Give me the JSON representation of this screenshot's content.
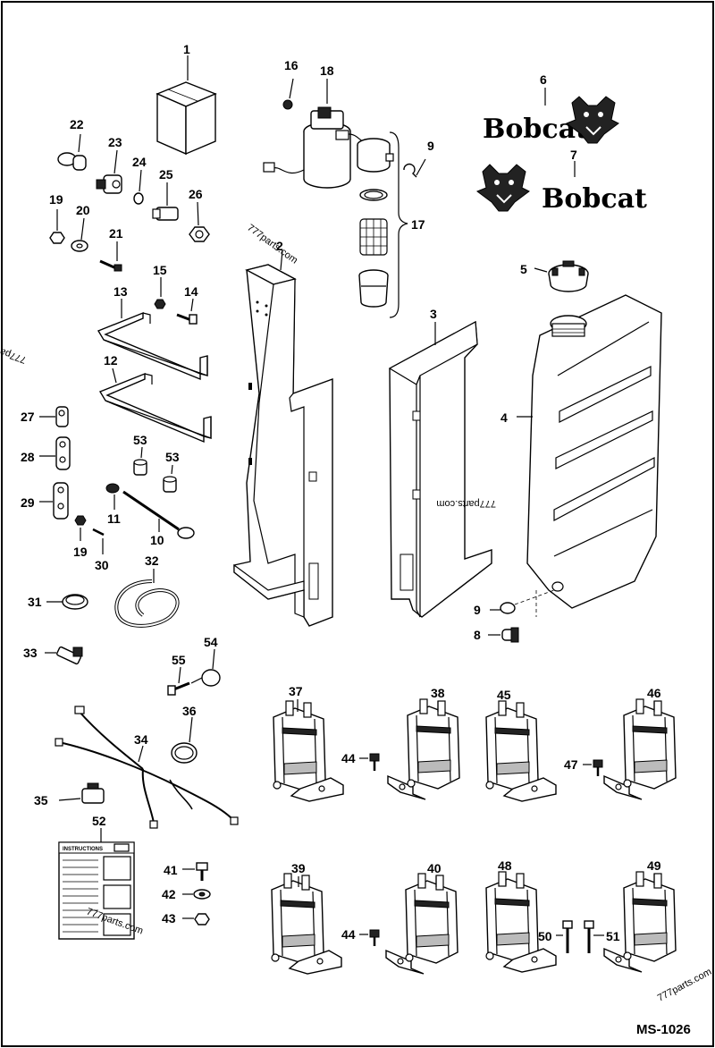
{
  "drawing_id": "MS-1026",
  "brand_logo_text": "Bobcat",
  "watermark": "777parts.com",
  "watermark_edge": "777pa",
  "instructions_label": "INSTRUCTIONS",
  "callouts": [
    {
      "id": "c1",
      "text": "1"
    },
    {
      "id": "c2",
      "text": "2"
    },
    {
      "id": "c3",
      "text": "3"
    },
    {
      "id": "c4",
      "text": "4"
    },
    {
      "id": "c5",
      "text": "5"
    },
    {
      "id": "c6",
      "text": "6"
    },
    {
      "id": "c7",
      "text": "7"
    },
    {
      "id": "c8",
      "text": "8"
    },
    {
      "id": "c9a",
      "text": "9"
    },
    {
      "id": "c9b",
      "text": "9"
    },
    {
      "id": "c10",
      "text": "10"
    },
    {
      "id": "c11",
      "text": "11"
    },
    {
      "id": "c12",
      "text": "12"
    },
    {
      "id": "c13",
      "text": "13"
    },
    {
      "id": "c14",
      "text": "14"
    },
    {
      "id": "c15",
      "text": "15"
    },
    {
      "id": "c16",
      "text": "16"
    },
    {
      "id": "c17",
      "text": "17"
    },
    {
      "id": "c18",
      "text": "18"
    },
    {
      "id": "c19a",
      "text": "19"
    },
    {
      "id": "c19b",
      "text": "19"
    },
    {
      "id": "c20",
      "text": "20"
    },
    {
      "id": "c21",
      "text": "21"
    },
    {
      "id": "c22",
      "text": "22"
    },
    {
      "id": "c23",
      "text": "23"
    },
    {
      "id": "c24",
      "text": "24"
    },
    {
      "id": "c25",
      "text": "25"
    },
    {
      "id": "c26",
      "text": "26"
    },
    {
      "id": "c27",
      "text": "27"
    },
    {
      "id": "c28",
      "text": "28"
    },
    {
      "id": "c29",
      "text": "29"
    },
    {
      "id": "c30",
      "text": "30"
    },
    {
      "id": "c31",
      "text": "31"
    },
    {
      "id": "c32",
      "text": "32"
    },
    {
      "id": "c33",
      "text": "33"
    },
    {
      "id": "c34",
      "text": "34"
    },
    {
      "id": "c35",
      "text": "35"
    },
    {
      "id": "c36",
      "text": "36"
    },
    {
      "id": "c37",
      "text": "37"
    },
    {
      "id": "c38",
      "text": "38"
    },
    {
      "id": "c39",
      "text": "39"
    },
    {
      "id": "c40",
      "text": "40"
    },
    {
      "id": "c41",
      "text": "41"
    },
    {
      "id": "c42",
      "text": "42"
    },
    {
      "id": "c43",
      "text": "43"
    },
    {
      "id": "c44a",
      "text": "44"
    },
    {
      "id": "c44b",
      "text": "44"
    },
    {
      "id": "c45",
      "text": "45"
    },
    {
      "id": "c46",
      "text": "46"
    },
    {
      "id": "c47",
      "text": "47"
    },
    {
      "id": "c48",
      "text": "48"
    },
    {
      "id": "c49",
      "text": "49"
    },
    {
      "id": "c50",
      "text": "50"
    },
    {
      "id": "c51",
      "text": "51"
    },
    {
      "id": "c52",
      "text": "52"
    },
    {
      "id": "c53a",
      "text": "53"
    },
    {
      "id": "c53b",
      "text": "53"
    },
    {
      "id": "c54",
      "text": "54"
    },
    {
      "id": "c55",
      "text": "55"
    }
  ]
}
